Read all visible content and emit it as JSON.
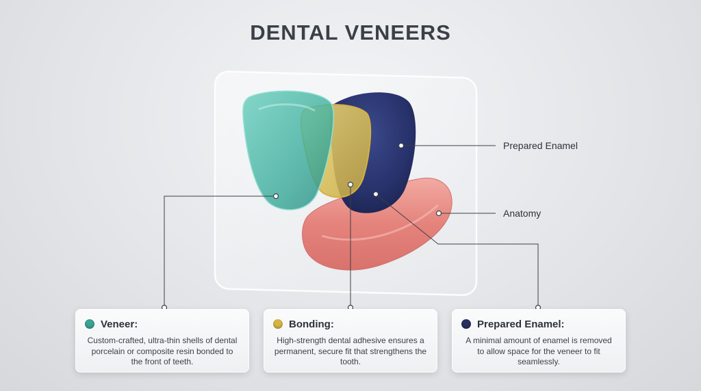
{
  "title": "DENTAL VENEERS",
  "labels": {
    "prepared_enamel": "Prepared Enamel",
    "anatomy": "Anatomy"
  },
  "cards": [
    {
      "title": "Veneer:",
      "color": "#3aa394",
      "body": "Custom-crafted, ultra-thin shells of dental porcelain or composite resin bonded to the front of teeth."
    },
    {
      "title": "Bonding:",
      "color": "#d6b445",
      "body": "High-strength dental adhesive ensures a permanent, secure fit that strengthens the tooth."
    },
    {
      "title": "Prepared Enamel:",
      "color": "#27305e",
      "body": "A minimal amount of enamel is removed to allow space for the veneer to fit seamlessly."
    }
  ],
  "colors": {
    "veneer": "#4fbfae",
    "bonding": "#e3c34e",
    "enamel": "#28336b",
    "gum": "#e58c86",
    "leader": "#3b3f46"
  }
}
